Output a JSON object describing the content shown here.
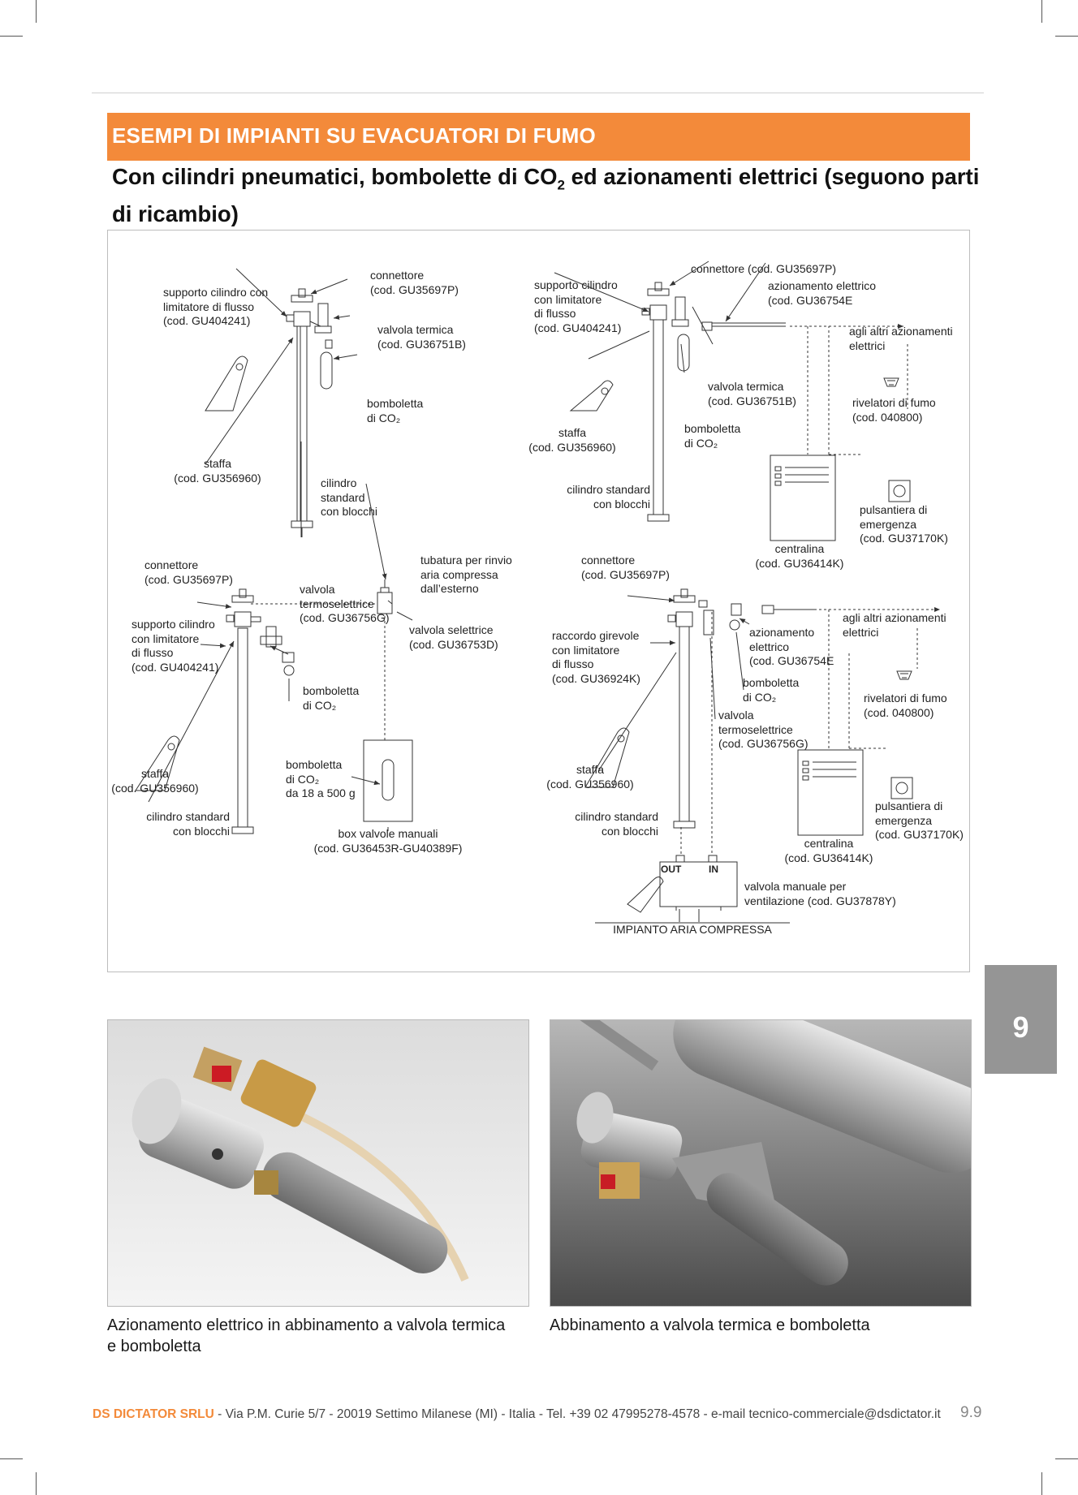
{
  "header": {
    "banner_title": "ESEMPI DI IMPIANTI SU EVACUATORI DI FUMO",
    "subtitle_part1": "Con cilindri pneumatici, bombolette di CO",
    "subtitle_sub": "2",
    "subtitle_part2": " ed azionamenti elettrici (seguono parti di ricambio)"
  },
  "diagram": {
    "d1": {
      "connettore": "connettore\n(cod. GU35697P)",
      "supporto": "supporto cilindro con\nlimitatore di flusso\n(cod. GU404241)",
      "valvola_termica": "valvola termica\n(cod. GU36751B)",
      "bomboletta": "bomboletta\ndi CO₂",
      "staffa": "staffa\n(cod. GU356960)",
      "cilindro": "cilindro\nstandard\ncon blocchi"
    },
    "d2": {
      "connettore": "connettore (cod. GU35697P)",
      "supporto": "supporto cilindro\ncon limitatore\ndi flusso\n(cod. GU404241)",
      "azionamento": "azionamento elettrico\n(cod. GU36754E",
      "altri": "agli altri azionamenti\nelettrici",
      "valvola_termica": "valvola termica\n(cod. GU36751B)",
      "rivelatori": "rivelatori di fumo\n(cod. 040800)",
      "bomboletta": "bomboletta\ndi CO₂",
      "staffa": "staffa\n(cod. GU356960)",
      "cilindro": "cilindro standard\ncon blocchi",
      "pulsantiera": "pulsantiera di\nemergenza\n(cod. GU37170K)",
      "centralina": "centralina\n(cod. GU36414K)"
    },
    "d3": {
      "connettore": "connettore\n(cod. GU35697P)",
      "tubatura": "tubatura per rinvio\naria compressa\ndall’esterno",
      "supporto": "supporto cilindro\ncon limitatore\ndi flusso\n(cod. GU404241)",
      "valvola_termo": "valvola\ntermoselettrice\n(cod. GU36756G)",
      "valvola_selettrice": "valvola selettrice\n(cod. GU36753D)",
      "bomboletta": "bomboletta\ndi CO₂",
      "bomboletta_box": "bomboletta\ndi CO₂\nda 18 a 500 g",
      "staffa": "staffa\n(cod. GU356960)",
      "cilindro": "cilindro standard\ncon blocchi",
      "box": "box valvole manuali\n(cod. GU36453R-GU40389F)"
    },
    "d4": {
      "connettore": "connettore\n(cod. GU35697P)",
      "altri": "agli altri azionamenti\nelettrici",
      "raccordo": "raccordo girevole\ncon limitatore\ndi flusso\n(cod. GU36924K)",
      "azionamento": "azionamento\nelettrico\n(cod. GU36754E",
      "bomboletta": "bomboletta\ndi CO₂",
      "rivelatori": "rivelatori di fumo\n(cod. 040800)",
      "valvola_termo": "valvola\ntermoselettrice\n(cod. GU36756G)",
      "staffa": "staffa\n(cod. GU356960)",
      "cilindro": "cilindro standard\ncon blocchi",
      "pulsantiera": "pulsantiera di\nemergenza\n(cod. GU37170K)",
      "centralina": "centralina\n(cod. GU36414K)",
      "out": "OUT",
      "in": "IN",
      "valvola_manuale": "valvola manuale per\nventilazione (cod. GU37878Y)",
      "impianto": "IMPIANTO ARIA COMPRESSA"
    }
  },
  "section_tab": "9",
  "photos": {
    "left_caption": "Azionamento elettrico in abbinamento a valvola termica\ne bomboletta",
    "right_caption": "Abbinamento a valvola termica e bomboletta"
  },
  "footer": {
    "company": "DS DICTATOR SRLU",
    "contact": " - Via P.M. Curie 5/7 - 20019 Settimo Milanese (MI) - Italia - Tel. +39 02 47995278-4578 - e-mail tecnico-commerciale@dsdictator.it",
    "page_number": "9.9"
  }
}
